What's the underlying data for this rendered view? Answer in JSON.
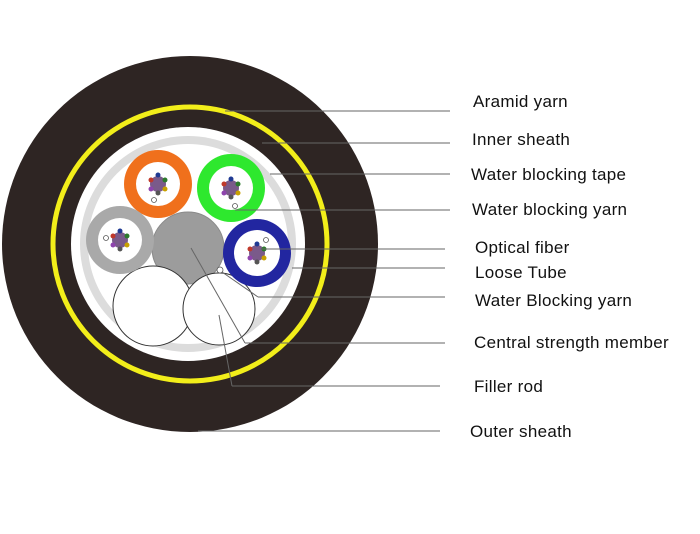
{
  "labels": {
    "aramid_yarn": "Aramid yarn",
    "inner_sheath": "Inner sheath",
    "water_blocking_tape": "Water blocking tape",
    "water_blocking_yarn": "Water blocking yarn",
    "optical_fiber": "Optical fiber",
    "loose_tube": "Loose Tube",
    "water_blocking_yarn_2": "Water Blocking yarn",
    "central_strength_member": "Central strength member",
    "filler_rod": "Filler rod",
    "outer_sheath": "Outer sheath"
  },
  "colors": {
    "outer_sheath": "#2e2523",
    "aramid_yarn_ring": "#f2ee1a",
    "inner_sheath": "#ffffff",
    "water_blocking_tape": "#dcdcdc",
    "central_strength_member": "#9c9c9c",
    "loose_tube_orange": "#f0701c",
    "loose_tube_green": "#2ee82e",
    "loose_tube_blue": "#2226a0",
    "loose_tube_grey": "#a9a9a9",
    "filler_rod": "#ffffff",
    "leader_line": "#666666"
  }
}
